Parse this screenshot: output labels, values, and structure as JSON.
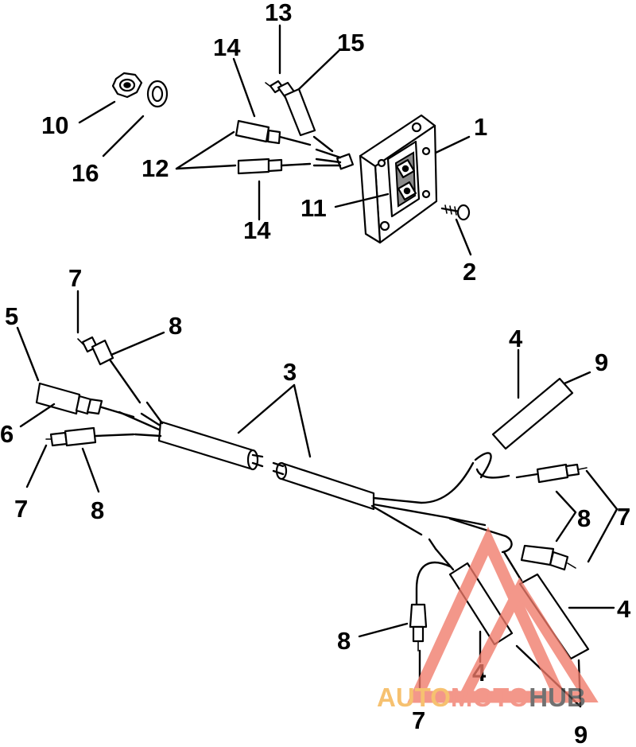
{
  "callouts": [
    {
      "id": "c13",
      "text": "13"
    },
    {
      "id": "c15",
      "text": "15"
    },
    {
      "id": "c14a",
      "text": "14"
    },
    {
      "id": "c1",
      "text": "1"
    },
    {
      "id": "c10",
      "text": "10"
    },
    {
      "id": "c16",
      "text": "16"
    },
    {
      "id": "c12",
      "text": "12"
    },
    {
      "id": "c11",
      "text": "11"
    },
    {
      "id": "c14b",
      "text": "14"
    },
    {
      "id": "c2",
      "text": "2"
    },
    {
      "id": "c7a",
      "text": "7"
    },
    {
      "id": "c5",
      "text": "5"
    },
    {
      "id": "c8a",
      "text": "8"
    },
    {
      "id": "c3",
      "text": "3"
    },
    {
      "id": "c4a",
      "text": "4"
    },
    {
      "id": "c9a",
      "text": "9"
    },
    {
      "id": "c6",
      "text": "6"
    },
    {
      "id": "c7b",
      "text": "7"
    },
    {
      "id": "c8b",
      "text": "8"
    },
    {
      "id": "c8c",
      "text": "8"
    },
    {
      "id": "c7c",
      "text": "7"
    },
    {
      "id": "c4b",
      "text": "4"
    },
    {
      "id": "c8d",
      "text": "8"
    },
    {
      "id": "c4c",
      "text": "4"
    },
    {
      "id": "c7d",
      "text": "7"
    },
    {
      "id": "c9b",
      "text": "9"
    }
  ],
  "watermark": {
    "part1": "AUTO",
    "part2": "MOTO",
    "part3": "HUB",
    "color_primary": "#f07a6a",
    "color_accent": "#f4b048",
    "color_dark": "#4a4a4a"
  }
}
